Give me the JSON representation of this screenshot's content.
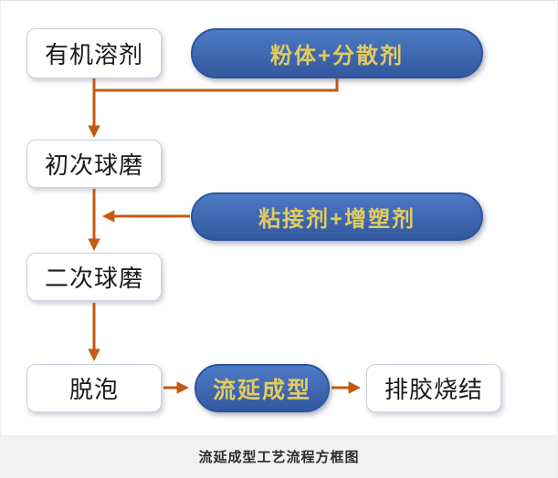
{
  "nodes": {
    "organic_solvent": {
      "label": "有机溶剂"
    },
    "powder_dispersant": {
      "label": "粉体+分散剂"
    },
    "first_ball_milling": {
      "label": "初次球磨"
    },
    "binder_plasticizer": {
      "label": "粘接剂+增塑剂"
    },
    "second_ball_milling": {
      "label": "二次球磨"
    },
    "defoaming": {
      "label": "脱泡"
    },
    "tape_casting": {
      "label": "流延成型"
    },
    "debinding_sintering": {
      "label": "排胶烧结"
    }
  },
  "caption": {
    "text": "流延成型工艺流程方框图"
  },
  "colors": {
    "arrow": "#C55A11",
    "pill_fill_top": "#4D7BC4",
    "pill_fill_bottom": "#33589F",
    "pill_border": "#2D549C",
    "pill_text": "#E2CB5E",
    "box_border": "#C9D2DE",
    "box_text": "#1A1A1A",
    "caption_bg": "#F2F2F2"
  }
}
